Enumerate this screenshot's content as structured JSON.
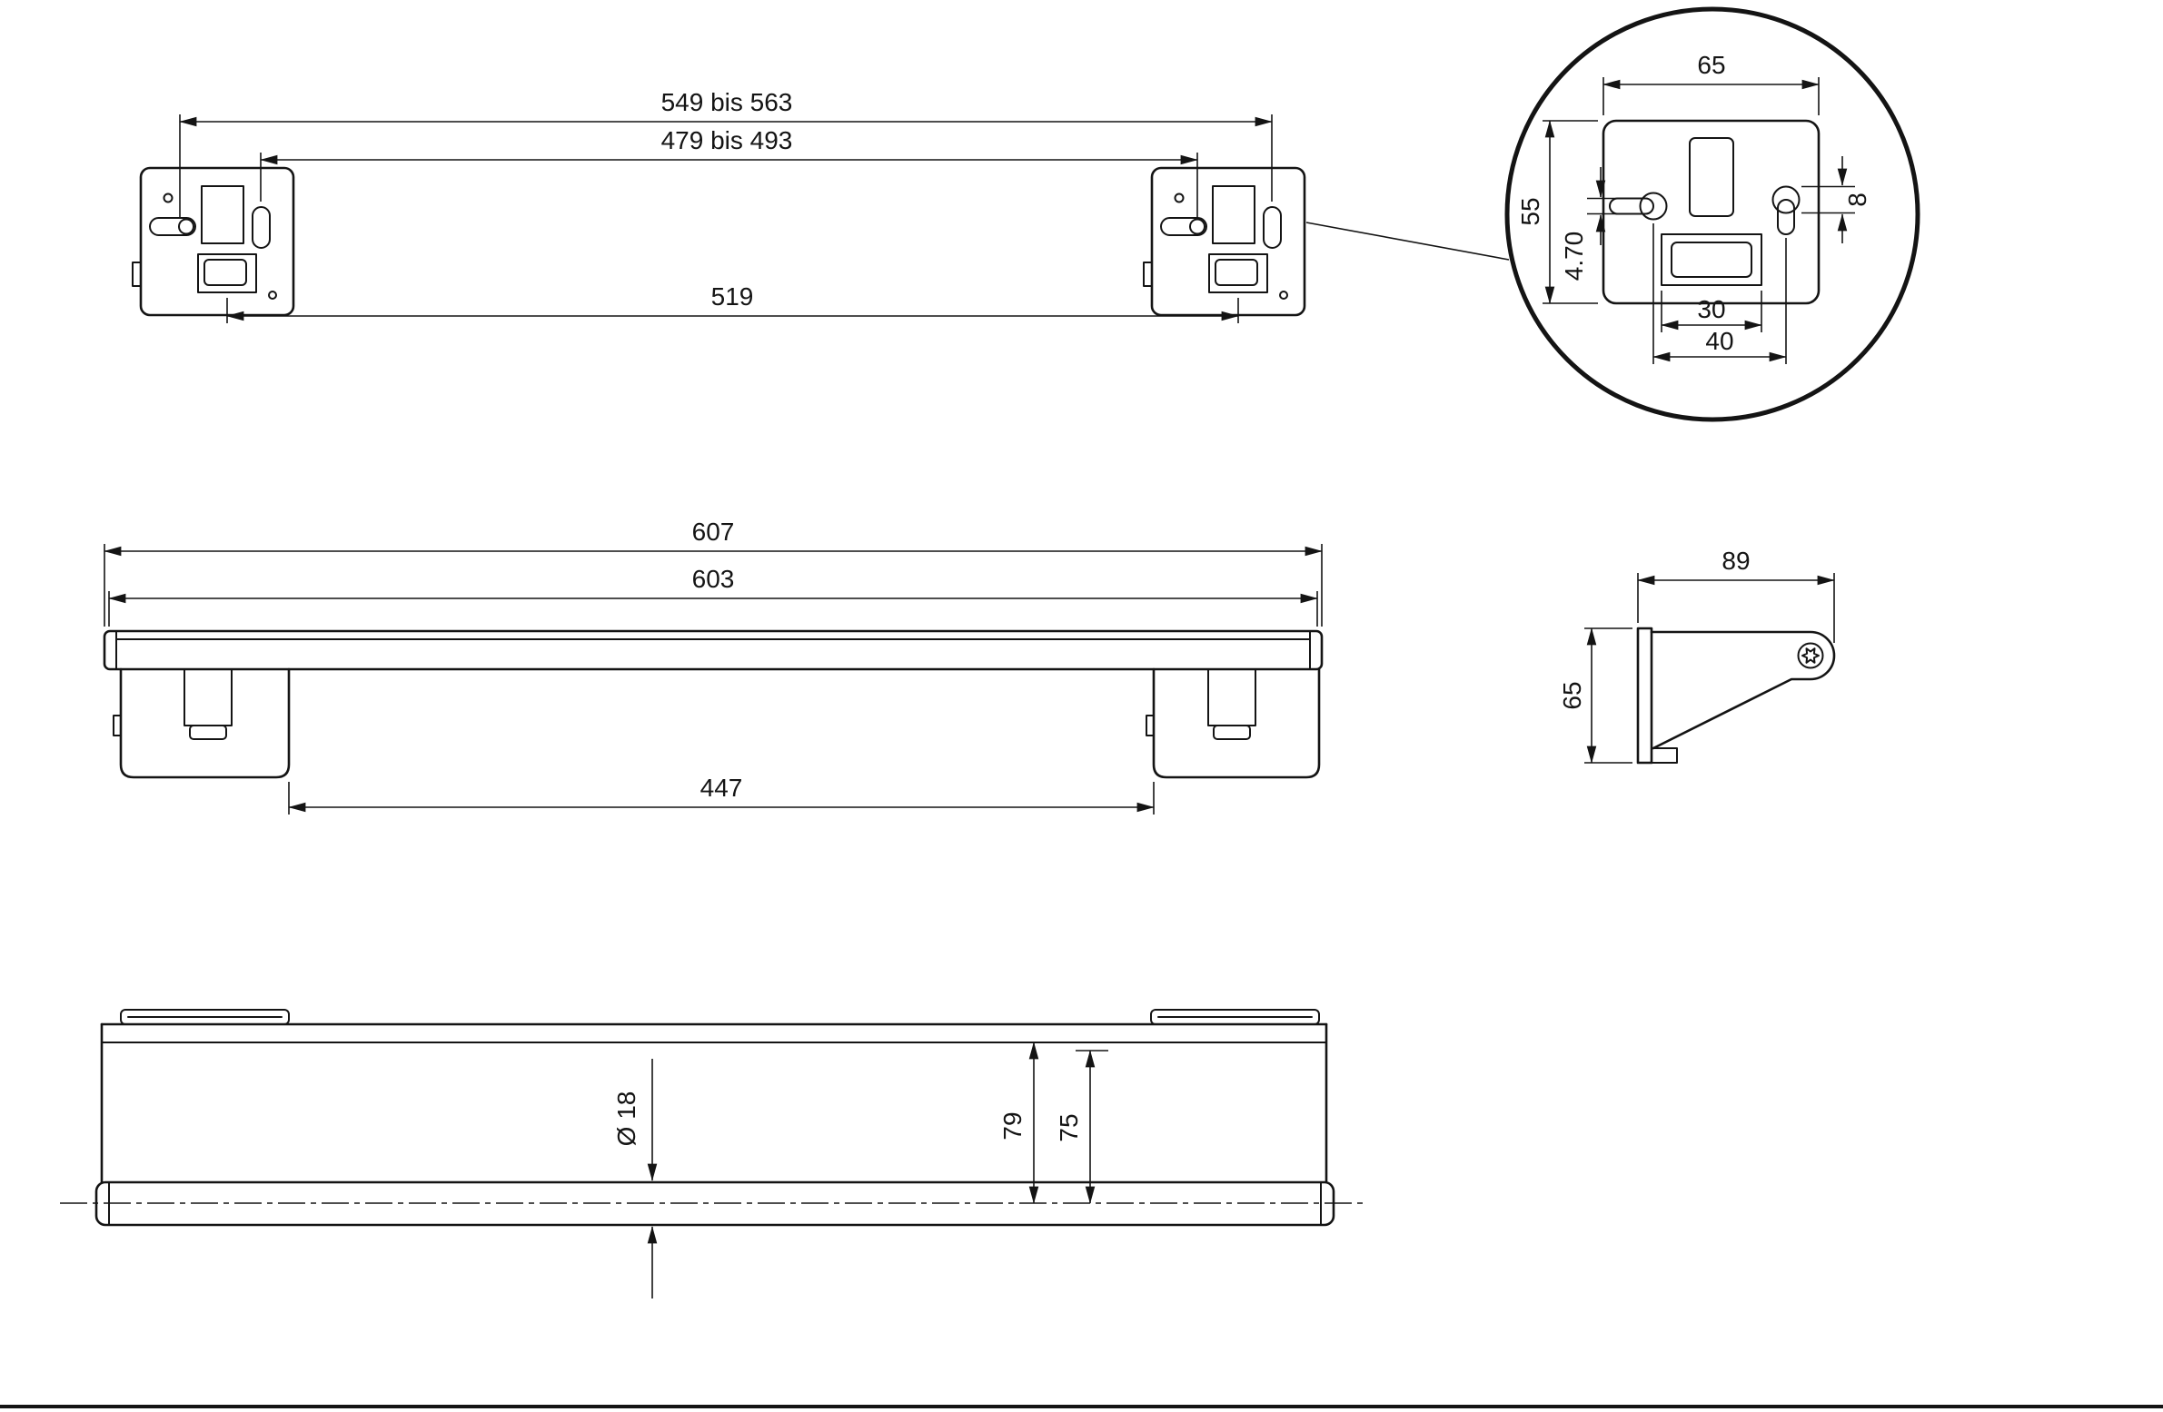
{
  "drawing": {
    "type": "technical-dimension-drawing",
    "views": {
      "rear_view": {
        "dim_outer": "549 bis 563",
        "dim_inner": "479 bis 493",
        "dim_centers": "519"
      },
      "detail_view": {
        "dim_width": "65",
        "dim_height": "55",
        "dim_slot_height": "4.70",
        "dim_hole": "8",
        "dim_window": "30",
        "dim_spacing": "40"
      },
      "front_view": {
        "dim_overall": "607",
        "dim_body": "603",
        "dim_clear": "447"
      },
      "side_view": {
        "dim_depth": "89",
        "dim_height": "65"
      },
      "plan_view": {
        "dim_diameter": "Ø 18",
        "dim_center": "79",
        "dim_face": "75"
      }
    },
    "colors": {
      "ink": "#141414",
      "paper": "#ffffff"
    }
  }
}
